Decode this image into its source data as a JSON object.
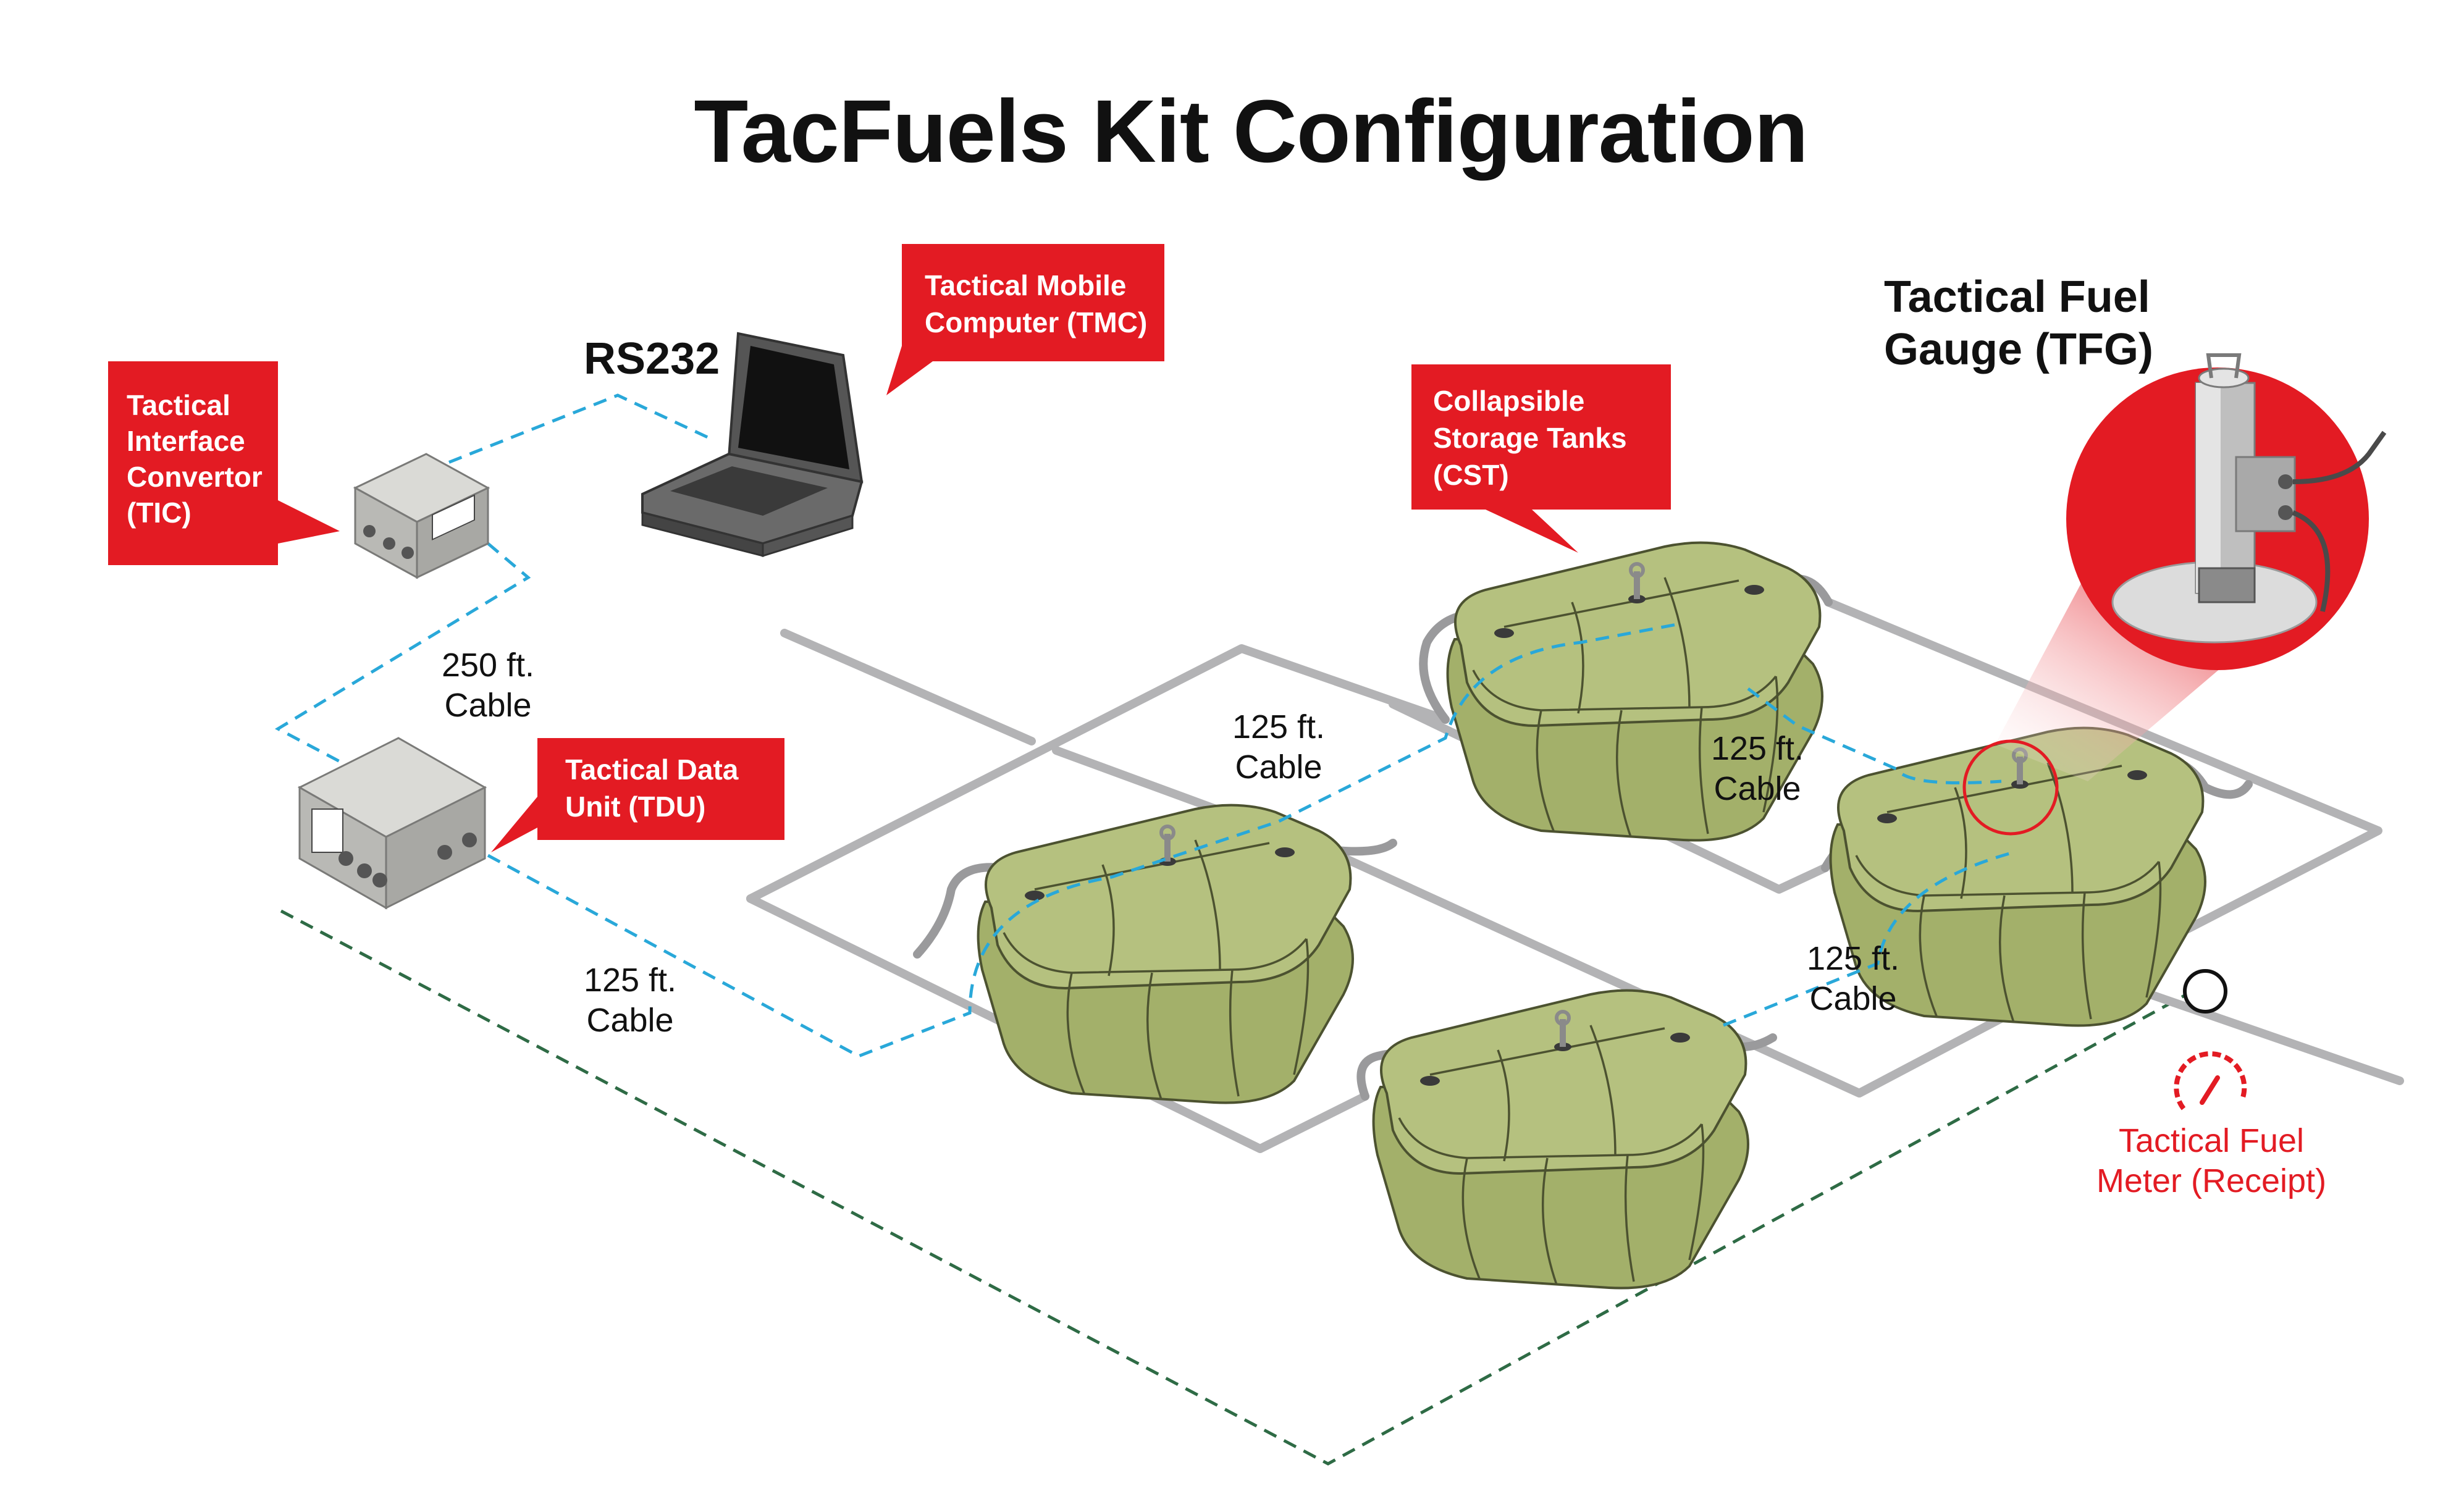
{
  "title": "TacFuels Kit Configuration",
  "interface_label": "RS232",
  "gauge_label": {
    "line1": "Tactical Fuel",
    "line2": "Gauge (TFG)"
  },
  "callouts": {
    "tic": {
      "lines": [
        "Tactical",
        "Interface",
        "Convertor",
        "(TIC)"
      ]
    },
    "tmc": {
      "lines": [
        "Tactical Mobile",
        "Computer (TMC)"
      ]
    },
    "tdu": {
      "lines": [
        "Tactical Data",
        "Unit (TDU)"
      ]
    },
    "cst": {
      "lines": [
        "Collapsible",
        "Storage Tanks",
        "(CST)"
      ]
    }
  },
  "cables": [
    {
      "line1": "250 ft.",
      "line2": "Cable"
    },
    {
      "line1": "125 ft.",
      "line2": "Cable"
    },
    {
      "line1": "125 ft.",
      "line2": "Cable"
    },
    {
      "line1": "125 ft.",
      "line2": "Cable"
    },
    {
      "line1": "125 ft.",
      "line2": "Cable"
    }
  ],
  "meter_label": {
    "line1": "Tactical Fuel",
    "line2": "Meter (Receipt)"
  },
  "colors": {
    "callout_red": "#e31b23",
    "tank_olive": "#a3b06a",
    "pipe_gray": "#b3b3b5",
    "data_cable_blue": "#29a8d9",
    "ground_cable_green": "#2e6b45"
  },
  "icons": [
    "laptop-icon",
    "junction-box-icon",
    "fuel-tank-icon",
    "fuel-gauge-icon",
    "flow-meter-icon"
  ]
}
